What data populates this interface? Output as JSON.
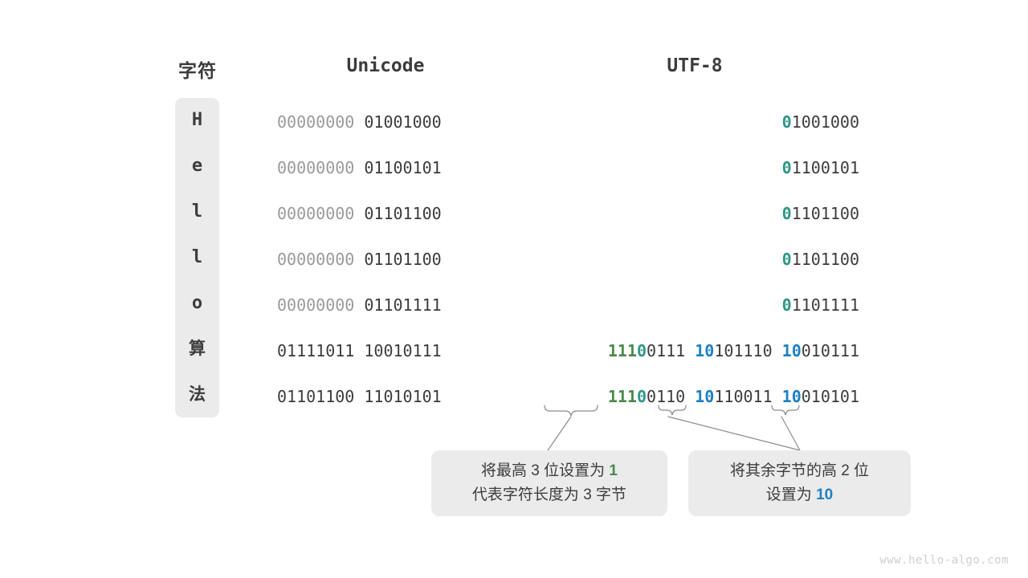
{
  "headers": {
    "character": "字符",
    "unicode": "Unicode",
    "utf8": "UTF-8"
  },
  "rows": [
    {
      "char": "H",
      "unicode": [
        {
          "text": "00000000 ",
          "style": "dim"
        },
        {
          "text": "01001000",
          "style": "dark"
        }
      ],
      "utf8": [
        {
          "text": "0",
          "style": "teal"
        },
        {
          "text": "1001000",
          "style": "dark"
        }
      ]
    },
    {
      "char": "e",
      "unicode": [
        {
          "text": "00000000 ",
          "style": "dim"
        },
        {
          "text": "01100101",
          "style": "dark"
        }
      ],
      "utf8": [
        {
          "text": "0",
          "style": "teal"
        },
        {
          "text": "1100101",
          "style": "dark"
        }
      ]
    },
    {
      "char": "l",
      "unicode": [
        {
          "text": "00000000 ",
          "style": "dim"
        },
        {
          "text": "01101100",
          "style": "dark"
        }
      ],
      "utf8": [
        {
          "text": "0",
          "style": "teal"
        },
        {
          "text": "1101100",
          "style": "dark"
        }
      ]
    },
    {
      "char": "l",
      "unicode": [
        {
          "text": "00000000 ",
          "style": "dim"
        },
        {
          "text": "01101100",
          "style": "dark"
        }
      ],
      "utf8": [
        {
          "text": "0",
          "style": "teal"
        },
        {
          "text": "1101100",
          "style": "dark"
        }
      ]
    },
    {
      "char": "o",
      "unicode": [
        {
          "text": "00000000 ",
          "style": "dim"
        },
        {
          "text": "01101111",
          "style": "dark"
        }
      ],
      "utf8": [
        {
          "text": "0",
          "style": "teal"
        },
        {
          "text": "1101111",
          "style": "dark"
        }
      ]
    },
    {
      "char": "算",
      "cjk": true,
      "unicode": [
        {
          "text": "01111011 10010111",
          "style": "dark"
        }
      ],
      "utf8": [
        {
          "text": "111",
          "style": "green"
        },
        {
          "text": "0",
          "style": "teal"
        },
        {
          "text": "0111 ",
          "style": "dark"
        },
        {
          "text": "10",
          "style": "blue"
        },
        {
          "text": "101110 ",
          "style": "dark"
        },
        {
          "text": "10",
          "style": "blue"
        },
        {
          "text": "010111",
          "style": "dark"
        }
      ]
    },
    {
      "char": "法",
      "cjk": true,
      "unicode": [
        {
          "text": "01101100 11010101",
          "style": "dark"
        }
      ],
      "utf8": [
        {
          "text": "111",
          "style": "green"
        },
        {
          "text": "0",
          "style": "teal"
        },
        {
          "text": "0110 ",
          "style": "dark"
        },
        {
          "text": "10",
          "style": "blue"
        },
        {
          "text": "110011 ",
          "style": "dark"
        },
        {
          "text": "10",
          "style": "blue"
        },
        {
          "text": "010101",
          "style": "dark"
        }
      ]
    }
  ],
  "annotations": {
    "left": {
      "line1_prefix": "将最高 3 位设置为 ",
      "line1_highlight": "1",
      "line1_highlight_color": "#4a8a4a",
      "line2": "代表字符长度为 3 字节"
    },
    "right": {
      "line1": "将其余字节的高 2 位",
      "line2_prefix": "设置为 ",
      "line2_highlight": "10",
      "line2_highlight_color": "#1f80c4"
    }
  },
  "watermark": "www.hello-algo.com",
  "colors": {
    "green": "#4a8a4a",
    "teal": "#2f9688",
    "blue": "#1f80c4",
    "dark": "#3c3c3c",
    "dim": "#9a9a9a",
    "panel": "#ebebeb",
    "background": "#ffffff"
  }
}
